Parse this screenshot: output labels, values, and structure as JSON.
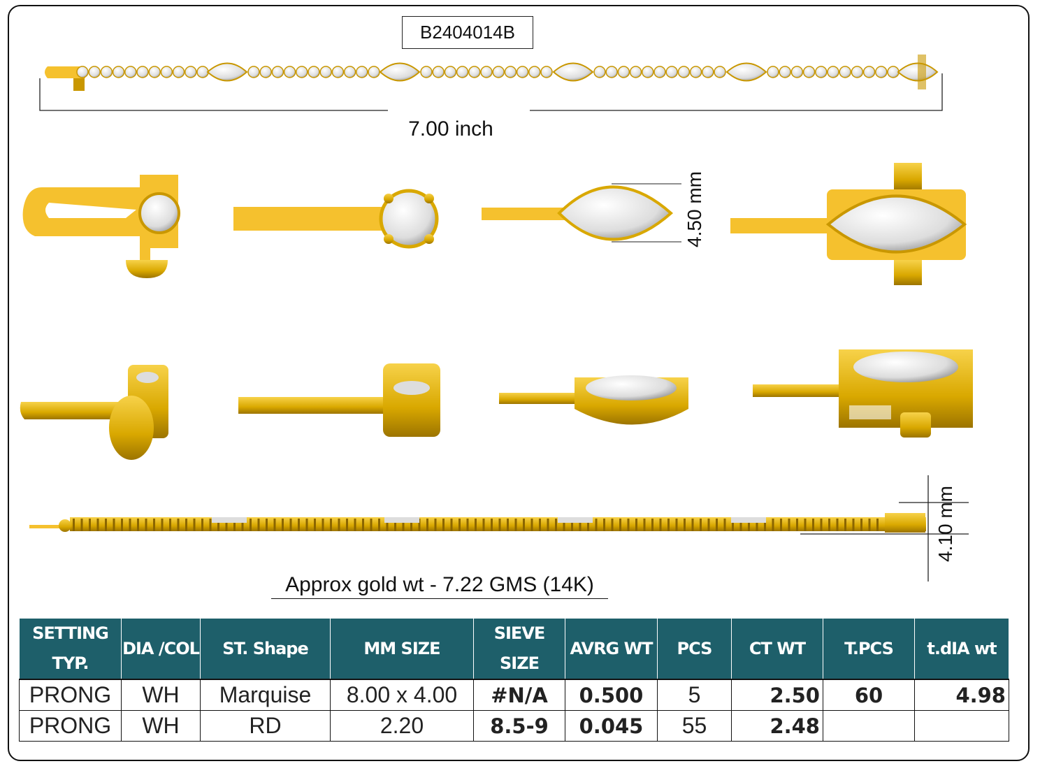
{
  "design_code": "B2404014B",
  "length_label": "7.00 inch",
  "width_label": "4.50 mm",
  "height_label": "4.10 mm",
  "gold_weight_label": "Approx gold wt - 7.22 GMS (14K)",
  "colors": {
    "gold": "#f5c12e",
    "gold_dark": "#c99700",
    "header": "#1e5f6a",
    "stone": "#e8e8e8"
  },
  "table": {
    "headers": [
      "SETTING TYP.",
      "DIA /COL",
      "ST. Shape",
      "MM SIZE",
      "SIEVE SIZE",
      "AVRG WT",
      "PCS",
      "CT WT",
      "T.PCS",
      "t.dIA wt"
    ],
    "rows": [
      [
        "PRONG",
        "WH",
        "Marquise",
        "8.00 x 4.00",
        "#N/A",
        "0.500",
        "5",
        "2.50",
        "60",
        "4.98"
      ],
      [
        "PRONG",
        "WH",
        "RD",
        "2.20",
        "8.5-9",
        "0.045",
        "55",
        "2.48",
        "",
        ""
      ]
    ]
  }
}
